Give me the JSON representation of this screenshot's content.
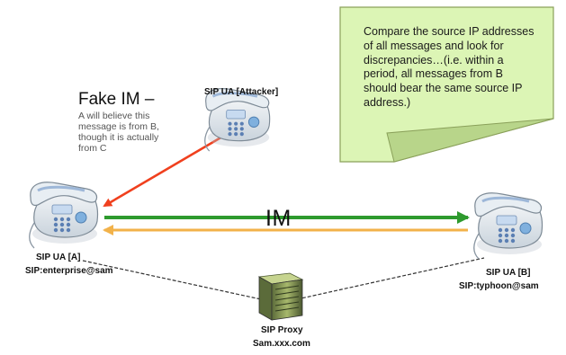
{
  "note": {
    "text": "Compare the source IP addresses of all messages and look for discrepancies…(i.e. within a period, all messages from B should bear the same source IP address.)"
  },
  "fake_im": {
    "title": "Fake IM –",
    "description": "A will believe this message is from B, though it is actually from C"
  },
  "attacker": {
    "label": "SIP UA [Attacker]"
  },
  "ua_a": {
    "label": "SIP UA [A]",
    "address": "SIP:enterprise@sam"
  },
  "ua_b": {
    "label": "SIP UA [B]",
    "address": "SIP:typhoon@sam"
  },
  "proxy": {
    "label": "SIP Proxy",
    "host": "Sam.xxx.com"
  },
  "flow": {
    "im_label": "IM"
  },
  "colors": {
    "note_fill": "#dcf5b5",
    "note_border": "#8aa05a",
    "fake_arrow": "#f0401e",
    "im_arrow": "#2e9a2e",
    "return_arrow": "#f2b24a",
    "proxy_links": "#333333"
  },
  "icons": {
    "phone": "desk-phone-icon",
    "server": "server-icon"
  }
}
